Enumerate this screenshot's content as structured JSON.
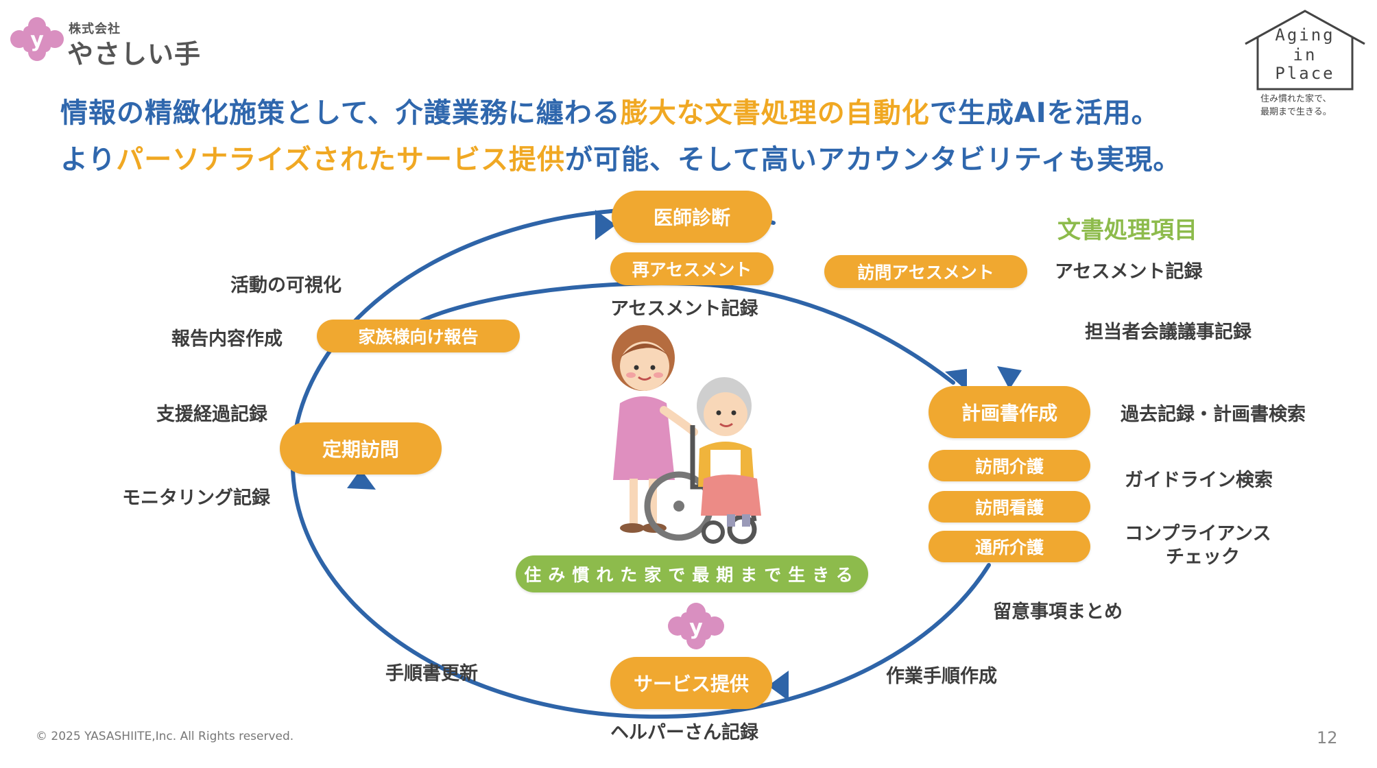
{
  "logo": {
    "company_type": "株式会社",
    "name": "やさしい手"
  },
  "aging_in_place": {
    "line1": "Aging",
    "line2": "in",
    "line3": "Place",
    "sub1": "住み慣れた家で、",
    "sub2": "最期まで生きる。"
  },
  "headline": {
    "line1": [
      {
        "text": "情報の精緻化施策として、介護業務に纏わる",
        "color": "#2f67ad"
      },
      {
        "text": "膨大な文書処理の自動化",
        "color": "#f0a823"
      },
      {
        "text": "で生成AIを活用。",
        "color": "#2f67ad"
      }
    ],
    "line2": [
      {
        "text": "より",
        "color": "#2f67ad"
      },
      {
        "text": "パーソナライズされたサービス提供",
        "color": "#f0a823"
      },
      {
        "text": "が可能、そして高いアカウンタビリティも実現。",
        "color": "#2f67ad"
      }
    ]
  },
  "cycle": {
    "doctor": "医師診断",
    "reassess": "再アセスメント",
    "visit_assess": "訪問アセスメント",
    "plan": "計画書作成",
    "home_care": "訪問介護",
    "home_nursing": "訪問看護",
    "day_care": "通所介護",
    "service": "サービス提供",
    "regular_visit": "定期訪問",
    "family_report": "家族様向け報告",
    "center_motto": "住み慣れた家で最期まで生きる"
  },
  "labels": {
    "assess_record_center": "アセスメント記録",
    "activity_visual": "活動の可視化",
    "report_content": "報告内容作成",
    "support_record": "支援経過記録",
    "monitoring_record": "モニタリング記録",
    "manual_update": "手順書更新",
    "helper_record": "ヘルパーさん記録",
    "work_procedure": "作業手順作成",
    "notes_summary": "留意事項まとめ"
  },
  "doc_items": {
    "title": "文書処理項目",
    "items": [
      "アセスメント記録",
      "担当者会議議事記録",
      "過去記録・計画書検索",
      "ガイドライン検索",
      "コンプライアンス",
      "チェック"
    ]
  },
  "colors": {
    "accent_orange": "#f0a830",
    "accent_blue": "#2f67ad",
    "accent_green": "#8dbb4c",
    "logo_pink": "#d98fc0"
  },
  "footer": {
    "copyright": "© 2025 YASASHIITE,Inc. All Rights reserved.",
    "page": "12"
  }
}
